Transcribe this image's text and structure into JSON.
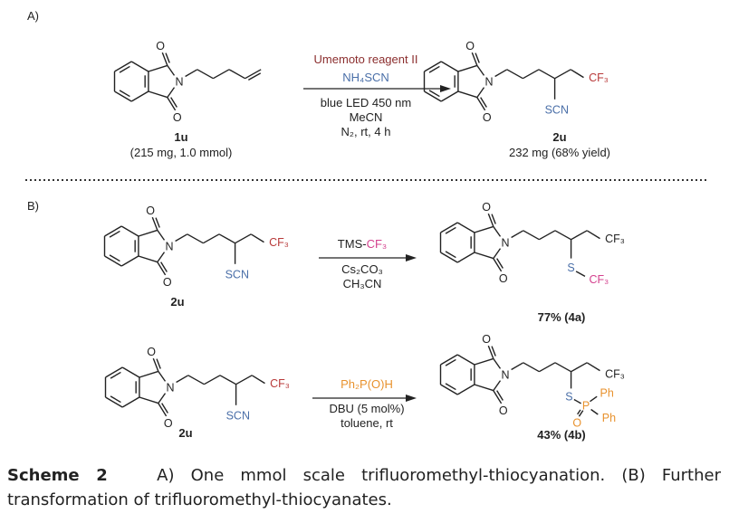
{
  "colors": {
    "reagent_red": "#8b2e2e",
    "scn_blue": "#4a6fa8",
    "cf3_red": "#b83a3a",
    "cf3_magenta": "#d4418e",
    "phosphorus_orange": "#e8922e",
    "text": "#222222"
  },
  "panel_a": {
    "label": "A)",
    "substrate": {
      "id": "1u",
      "amount": "(215 mg, 1.0 mmol)"
    },
    "conditions": {
      "reagent": "Umemoto reagent II",
      "salt": "NH₄SCN",
      "light": "blue LED 450 nm",
      "solvent": "MeCN",
      "atmosphere": "N₂, rt, 4 h"
    },
    "product": {
      "id": "2u",
      "yield": "232 mg (68% yield)"
    }
  },
  "panel_b": {
    "label": "B)",
    "reaction1": {
      "substrate": "2u",
      "reagent_prefix": "TMS-",
      "reagent_cf3": "CF₃",
      "base": "Cs₂CO₃",
      "solvent": "CH₃CN",
      "yield": "77% (4a)"
    },
    "reaction2": {
      "substrate": "2u",
      "reagent": "Ph₂P(O)H",
      "base": "DBU (5 mol%)",
      "solvent": "toluene, rt",
      "yield": "43% (4b)"
    }
  },
  "atoms": {
    "O": "O",
    "N": "N",
    "SCN": "SCN",
    "CF3": "CF₃",
    "S": "S",
    "P": "P",
    "Ph": "Ph"
  },
  "caption": {
    "title": "Scheme 2",
    "text": "A) One mmol scale trifluoromethyl-thiocyanation. (B) Further transformation of trifluoromethyl-thiocyanates."
  }
}
